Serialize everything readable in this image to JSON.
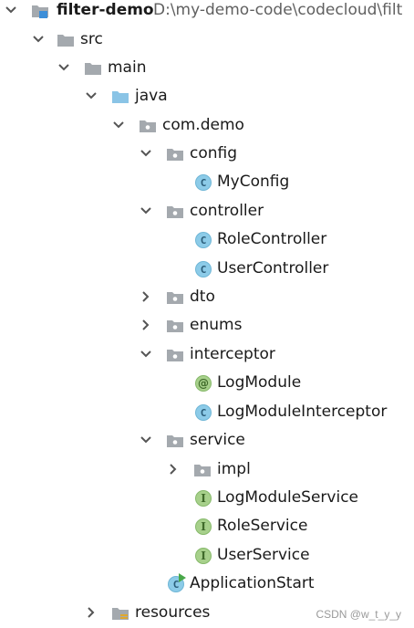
{
  "project": {
    "name": "filter-demo",
    "path": "D:\\my-demo-code\\codecloud\\filt"
  },
  "tree": {
    "src": "src",
    "main": "main",
    "java": "java",
    "package": "com.demo",
    "config": "config",
    "my_config": "MyConfig",
    "controller": "controller",
    "role_controller": "RoleController",
    "user_controller": "UserController",
    "dto": "dto",
    "enums": "enums",
    "interceptor": "interceptor",
    "log_module": "LogModule",
    "log_module_interceptor": "LogModuleInterceptor",
    "service": "service",
    "impl": "impl",
    "log_module_service": "LogModuleService",
    "role_service": "RoleService",
    "user_service": "UserService",
    "application_start": "ApplicationStart",
    "resources": "resources"
  },
  "badges": {
    "class": "C",
    "interface": "I",
    "annotation": "@"
  },
  "watermark": "CSDN @w_t_y_y",
  "colors": {
    "folder_gray": "#a4a9ae",
    "folder_blue": "#8ac4e6",
    "class_badge": "#8ccbe8",
    "interface_badge": "#a7d08b",
    "run_green": "#49a849"
  },
  "icons": {
    "expanded": "chevron-down-icon",
    "collapsed": "chevron-right-icon",
    "folder": "folder-icon",
    "package": "package-icon",
    "class": "class-icon",
    "interface": "interface-icon",
    "annotation": "annotation-icon"
  }
}
